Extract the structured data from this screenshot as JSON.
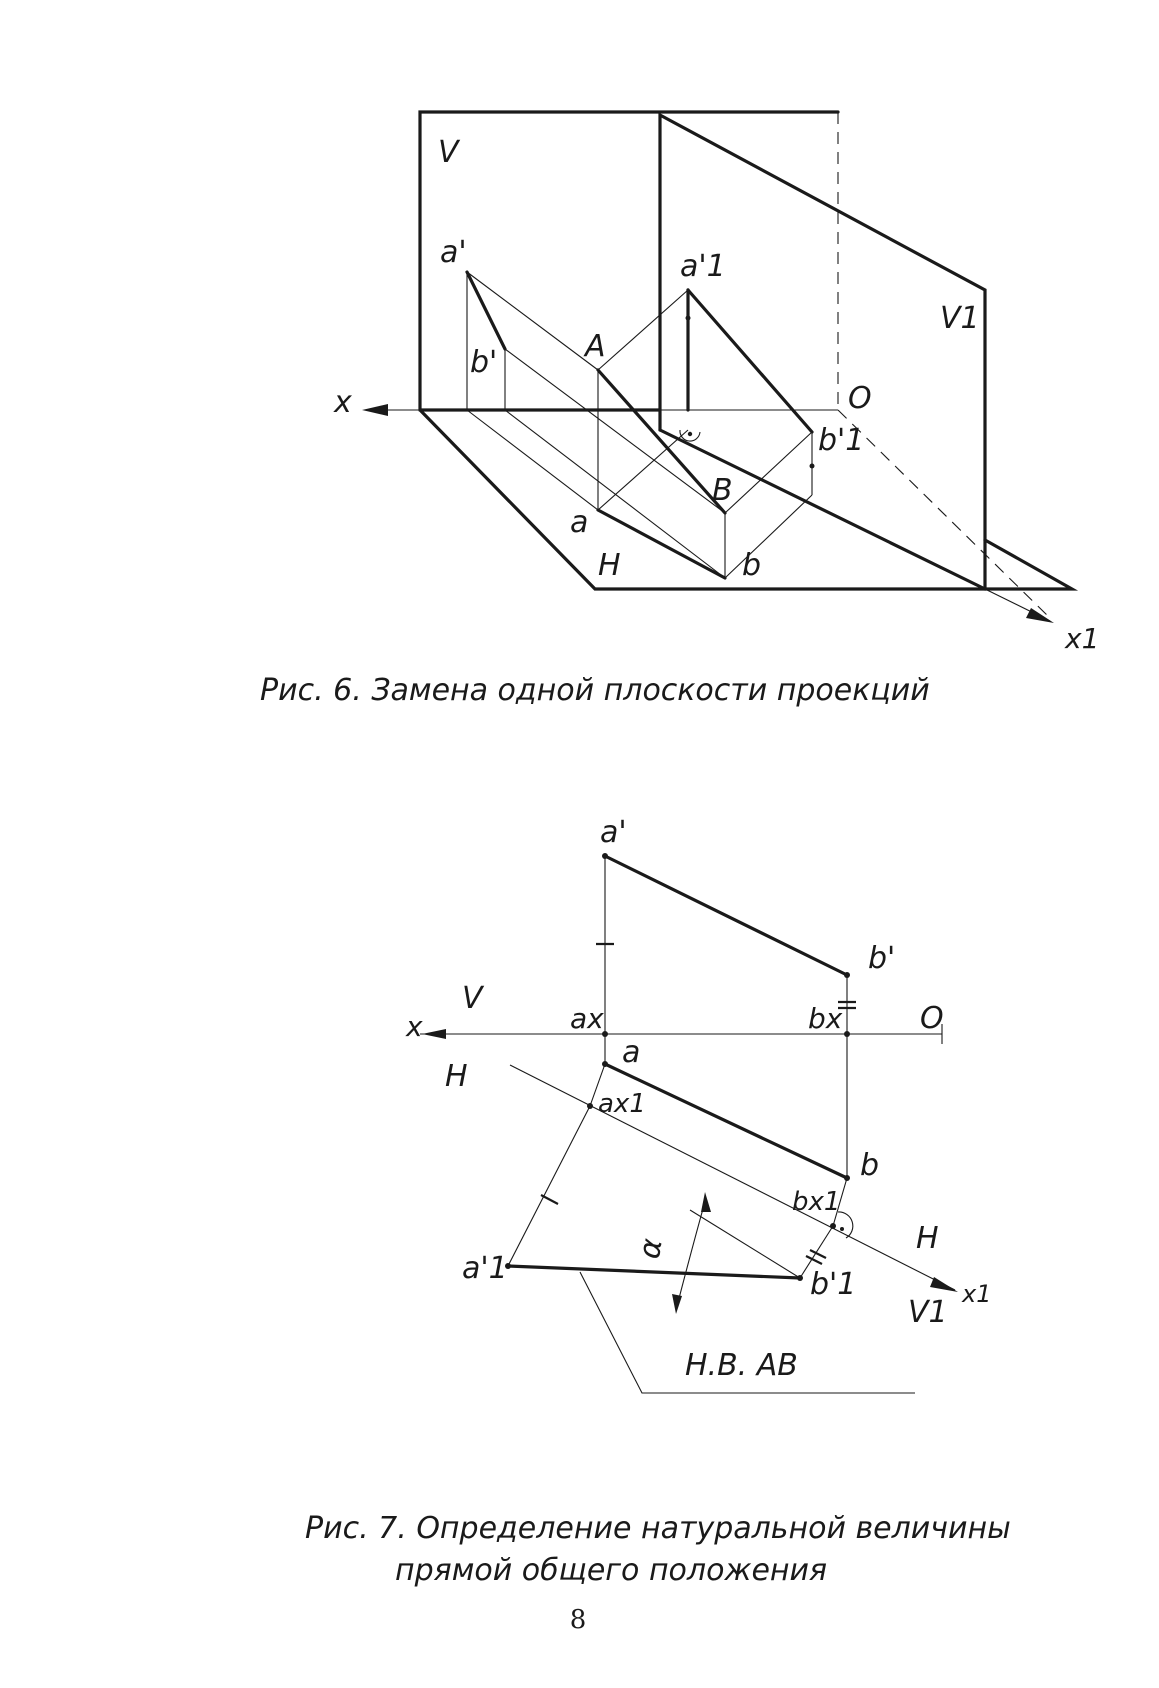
{
  "fig6": {
    "caption": "Рис. 6. Замена одной плоскости проекций",
    "labels": {
      "V": "V",
      "V1": "V1",
      "H": "H",
      "x": "x",
      "x1": "x1",
      "O": "O",
      "A": "A",
      "B": "B",
      "a": "a",
      "b": "b",
      "a_prime": "a'",
      "b_prime": "b'",
      "a1_prime": "a'1",
      "b1_prime": "b'1"
    }
  },
  "fig7": {
    "caption_line1": "Рис. 7. Определение натуральной величины",
    "caption_line2": "прямой общего положения",
    "labels": {
      "a_prime": "a'",
      "b_prime": "b'",
      "V": "V",
      "H": "H",
      "x": "x",
      "O": "O",
      "ax": "ax",
      "bx": "bx",
      "a": "a",
      "b": "b",
      "ax1": "ax1",
      "bx1": "bx1",
      "alpha": "α",
      "H2": "H",
      "x1": "x1",
      "V1": "V1",
      "a1_prime": "a'1",
      "b1_prime": "b'1",
      "hv": "Н.В. АВ"
    }
  },
  "page_number": "8"
}
